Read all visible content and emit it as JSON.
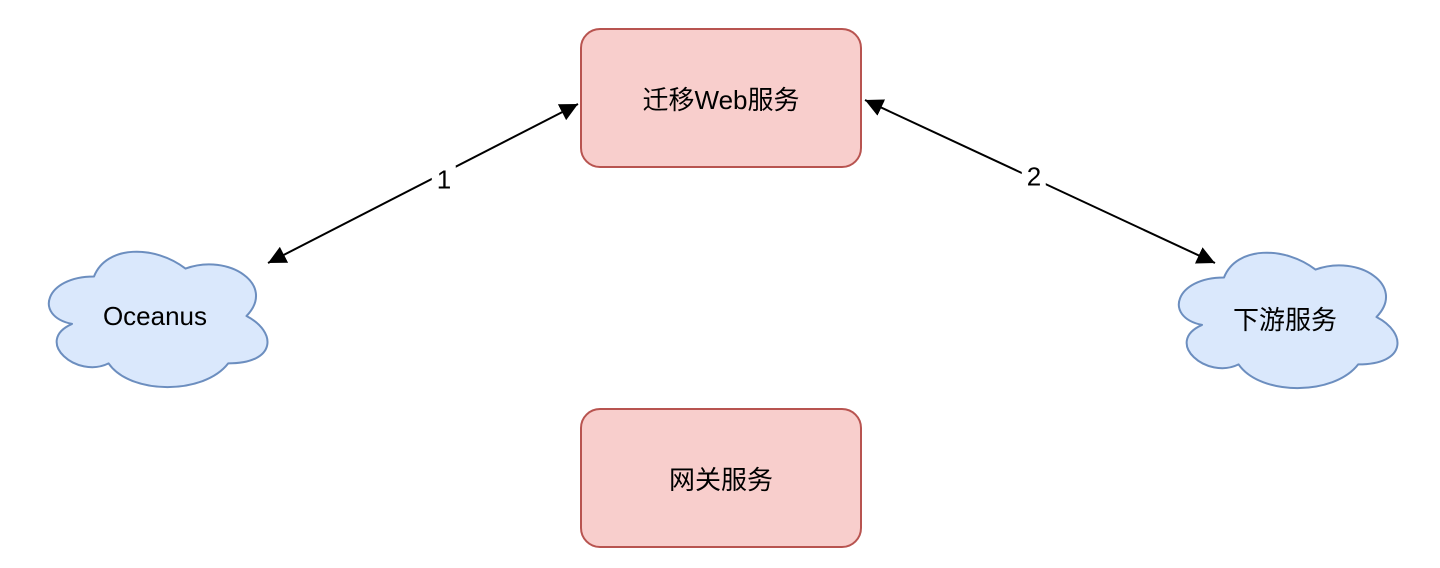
{
  "diagram": {
    "type": "architecture-diagram",
    "background_color": "#ffffff",
    "nodes": {
      "migration_web_service": {
        "label": "迁移Web服务",
        "shape": "rounded-rectangle",
        "fill": "#F8CECC",
        "stroke": "#B85450",
        "position": "top-center"
      },
      "gateway_service": {
        "label": "网关服务",
        "shape": "rounded-rectangle",
        "fill": "#F8CECC",
        "stroke": "#B85450",
        "position": "bottom-center"
      },
      "oceanus": {
        "label": "Oceanus",
        "shape": "cloud",
        "fill": "#DAE8FC",
        "stroke": "#6C8EBF",
        "position": "middle-left"
      },
      "downstream_service": {
        "label": "下游服务",
        "shape": "cloud",
        "fill": "#DAE8FC",
        "stroke": "#6C8EBF",
        "position": "middle-right"
      }
    },
    "edges": [
      {
        "label": "1",
        "from": "oceanus",
        "to": "migration_web_service",
        "style": "double-headed-arrow",
        "color": "#000000"
      },
      {
        "label": "2",
        "from": "downstream_service",
        "to": "migration_web_service",
        "style": "double-headed-arrow",
        "color": "#000000"
      }
    ]
  }
}
